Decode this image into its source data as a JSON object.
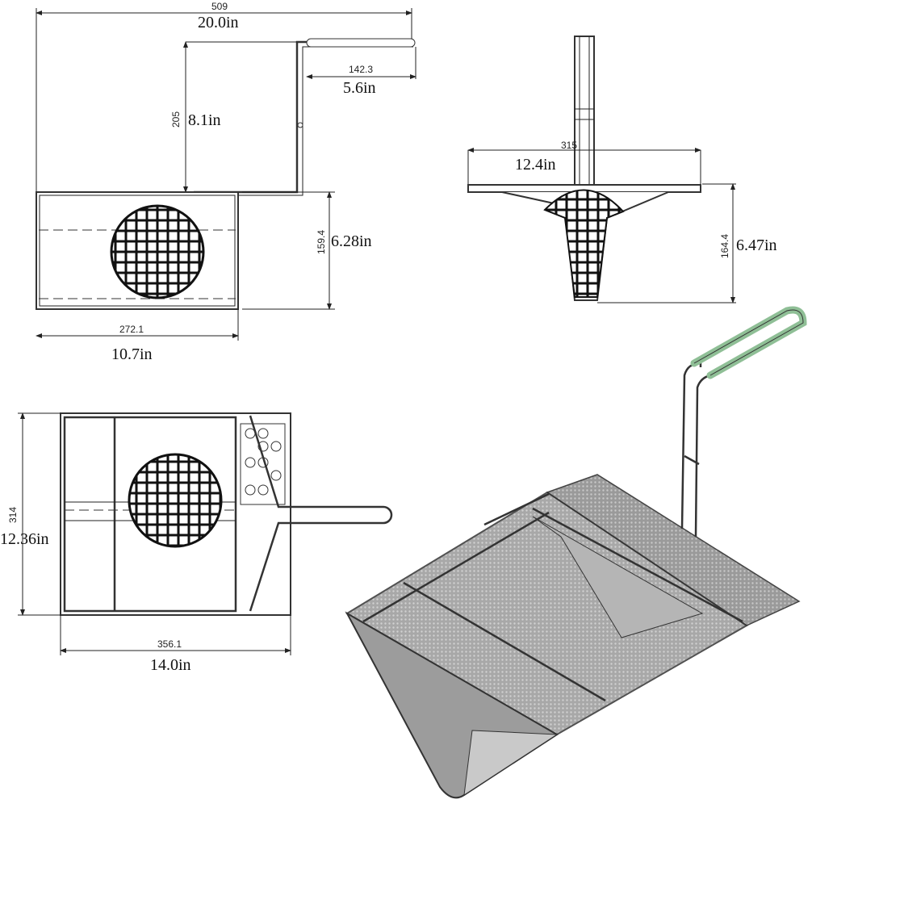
{
  "side_view": {
    "overall_width_mm": "509",
    "overall_width_in": "20.0in",
    "handle_length_mm": "142.3",
    "handle_length_in": "5.6in",
    "handle_height_mm": "205",
    "handle_height_in": "8.1in",
    "basket_height_mm": "159.4",
    "basket_height_in": "6.28in",
    "basket_length_mm": "272.1",
    "basket_length_in": "10.7in"
  },
  "end_view": {
    "width_mm": "315",
    "width_in": "12.4in",
    "height_mm": "164.4",
    "height_in": "6.47in"
  },
  "top_view": {
    "depth_mm": "314",
    "depth_in": "12.36in",
    "length_mm": "356.1",
    "length_in": "14.0in"
  },
  "colors": {
    "handle_grip": "#8fbf96",
    "mesh": "#a8a8a8"
  }
}
